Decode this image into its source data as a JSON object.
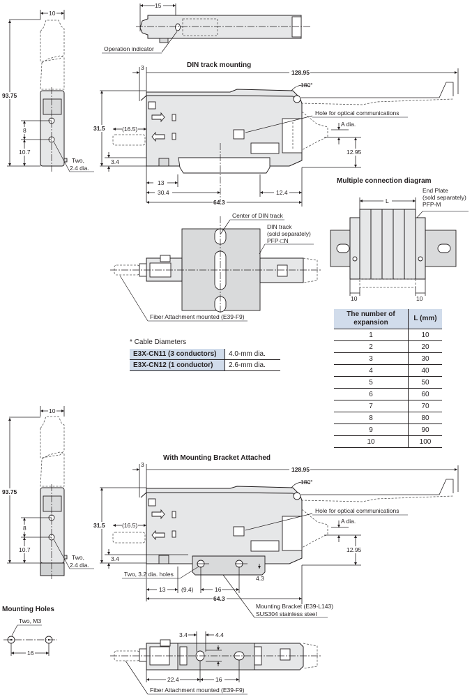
{
  "sections": {
    "din_track_mounting": "DIN track mounting",
    "multiple_connection": "Multiple connection diagram",
    "with_bracket": "With Mounting Bracket Attached",
    "mounting_holes": "Mounting Holes"
  },
  "top_view": {
    "dim_15": "15",
    "operation_indicator": "Operation indicator"
  },
  "front_view_top": {
    "dim_10": "10",
    "dim_93_75": "93.75",
    "dim_8": "8",
    "dim_10_7": "10.7",
    "holes_label_1": "Two,",
    "holes_label_2": "2.4 dia."
  },
  "side_view_din": {
    "dim_3": "3",
    "dim_128_95": "128.95",
    "angle_180": "180°",
    "dim_31_5": "31.5",
    "dim_16_5": "(16.5)",
    "dim_3_4": "3.4",
    "dim_13": "13",
    "dim_30_4": "30.4",
    "dim_12_4": "12.4",
    "dim_64_3": "64.3",
    "hole_optical": "Hole for optical communications",
    "a_dia": "A dia.",
    "dim_12_95": "12.95"
  },
  "bottom_view_din": {
    "center_din": "Center of DIN track",
    "din_track_1": "DIN track",
    "din_track_2": "(sold separately)",
    "din_track_3": "PFP-□N",
    "fiber_attachment": "Fiber Attachment mounted (E39-F9)"
  },
  "multiple_connection": {
    "dim_L": "L",
    "end_plate_1": "End Plate",
    "end_plate_2": "(sold separately)",
    "end_plate_3": "PFP-M",
    "dim_10_left": "10",
    "dim_10_right": "10"
  },
  "expansion_table": {
    "headers": [
      "The number of expansion",
      "L (mm)"
    ],
    "rows": [
      [
        "1",
        "10"
      ],
      [
        "2",
        "20"
      ],
      [
        "3",
        "30"
      ],
      [
        "4",
        "40"
      ],
      [
        "5",
        "50"
      ],
      [
        "6",
        "60"
      ],
      [
        "7",
        "70"
      ],
      [
        "8",
        "80"
      ],
      [
        "9",
        "90"
      ],
      [
        "10",
        "100"
      ]
    ]
  },
  "cable_diameters": {
    "caption": "* Cable Diameters",
    "rows": [
      [
        "E3X-CN11 (3 conductors)",
        "4.0-mm dia."
      ],
      [
        "E3X-CN12 (1 conductor)",
        "2.6-mm dia."
      ]
    ]
  },
  "front_view_bottom": {
    "dim_10": "10",
    "dim_93_75": "93.75",
    "dim_8": "8",
    "dim_10_7": "10.7",
    "holes_label_1": "Two,",
    "holes_label_2": "2.4 dia."
  },
  "side_view_bracket": {
    "dim_3": "3",
    "dim_128_95": "128.95",
    "angle_180": "180°",
    "dim_31_5": "31.5",
    "dim_16_5": "(16.5)",
    "dim_3_4": "3.4",
    "holes_3_2": "Two, 3.2 dia.  holes",
    "dim_4_3": "4.3",
    "dim_13": "13",
    "dim_9_4": "(9.4)",
    "dim_16": "16",
    "dim_64_3": "64.3",
    "hole_optical": "Hole for optical communications",
    "a_dia": "A dia.",
    "dim_12_95": "12.95",
    "bracket_1": "Mounting Bracket (E39-L143)",
    "bracket_2": "SUS304 stainless steel"
  },
  "mounting_holes": {
    "two_m3": "Two, M3",
    "dim_16": "16"
  },
  "bottom_view_bracket": {
    "dim_3_4": "3.4",
    "dim_4_4": "4.4",
    "dim_22_4": "22.4",
    "dim_16": "16",
    "fiber_attachment": "Fiber Attachment mounted (E39-F9)"
  }
}
